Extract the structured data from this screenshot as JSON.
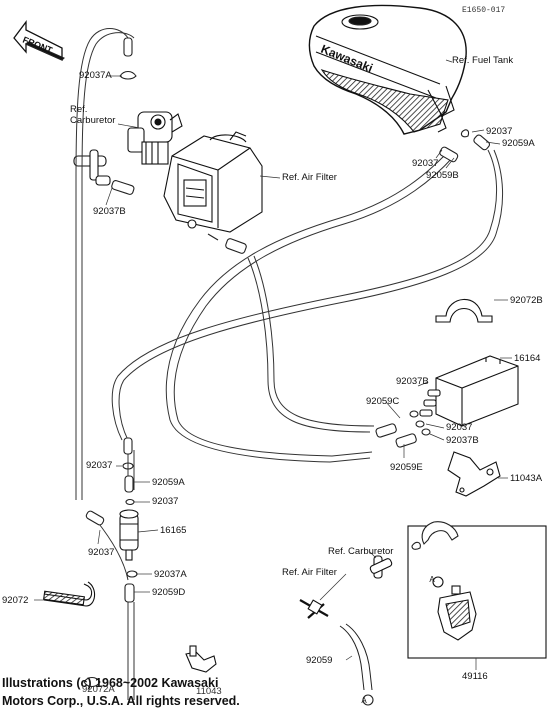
{
  "diagram_code": "E1650-017",
  "front_label": "FRONT",
  "brand": "Kawasaki",
  "refs": {
    "fuel_tank": "Ref. Fuel Tank",
    "carburetor_top": "Ref.\nCarburetor",
    "carburetor_top_line1": "Ref.",
    "carburetor_top_line2": "Carburetor",
    "air_filter_top": "Ref. Air Filter",
    "carburetor_box": "Ref. Carburetor",
    "air_filter_box": "Ref. Air Filter"
  },
  "parts": {
    "p92037A_top": "92037A",
    "p92037B_left": "92037B",
    "p92037_tank": "92037",
    "p92059A_tank": "92059A",
    "p92037_tank2": "92037",
    "p92059B": "92059B",
    "p92072B": "92072B",
    "p16164": "16164",
    "p92037B_can1": "92037B",
    "p92059C": "92059C",
    "p92037_can": "92037",
    "p92037B_can2": "92037B",
    "p92059E": "92059E",
    "p11043A": "11043A",
    "p92037_mid": "92037",
    "p92059A_mid": "92059A",
    "p92037_mid2": "92037",
    "p16165": "16165",
    "p92037_low": "92037",
    "p92037A_low": "92037A",
    "p92059D": "92059D",
    "p92072": "92072",
    "p92059": "92059",
    "p49116": "49116",
    "p92072A": "92072A",
    "p11043": "11043",
    "circle_a": "A"
  },
  "copyright_line1": "Illustrations (c) 1968~2002 Kawasaki",
  "copyright_line2": "Motors Corp., U.S.A.  All rights reserved."
}
